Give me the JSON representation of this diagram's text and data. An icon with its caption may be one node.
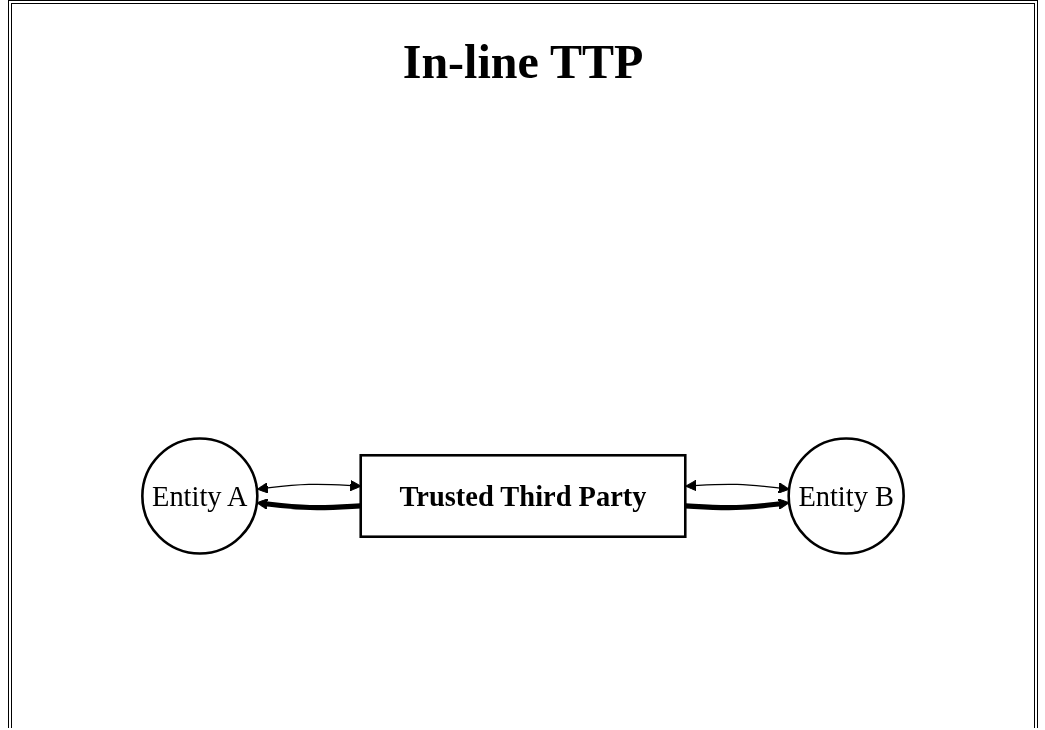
{
  "diagram": {
    "title": "In-line TTP",
    "nodes": [
      {
        "text": [
          "Entity A"
        ]
      },
      {
        "text": [
          "Trusted Third Party"
        ]
      },
      {
        "text": [
          "Entity B"
        ]
      }
    ],
    "edges": [
      {
        "from": 0,
        "to": 1,
        "arrow": "both"
      },
      {
        "from": 1,
        "to": 0,
        "arrow": "to",
        "style": "thick"
      },
      {
        "from": 1,
        "to": 2,
        "arrow": "both"
      },
      {
        "from": 1,
        "to": 2,
        "arrow": "to",
        "style": "thick"
      }
    ]
  }
}
